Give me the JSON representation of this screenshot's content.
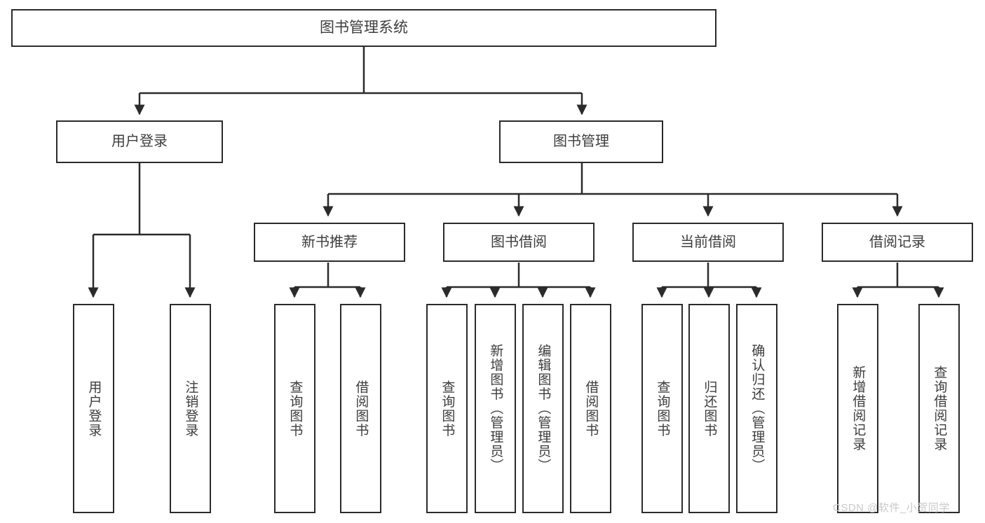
{
  "diagram": {
    "title": "图书管理系统",
    "type": "tree-hierarchy",
    "root": {
      "id": "root",
      "label": "图书管理系统"
    },
    "level1": [
      {
        "id": "user-login",
        "label": "用户登录"
      },
      {
        "id": "book-management",
        "label": "图书管理"
      }
    ],
    "level2": [
      {
        "id": "new-book-recommend",
        "label": "新书推荐",
        "parent": "book-management"
      },
      {
        "id": "book-borrow",
        "label": "图书借阅",
        "parent": "book-management"
      },
      {
        "id": "current-borrow",
        "label": "当前借阅",
        "parent": "book-management"
      },
      {
        "id": "borrow-record",
        "label": "借阅记录",
        "parent": "book-management"
      }
    ],
    "leaves": [
      {
        "id": "leaf-user-login",
        "label": "用户登录",
        "parent": "user-login"
      },
      {
        "id": "leaf-logout",
        "label": "注销登录",
        "parent": "user-login"
      },
      {
        "id": "leaf-query-book-1",
        "label": "查询图书",
        "parent": "new-book-recommend"
      },
      {
        "id": "leaf-borrow-book-1",
        "label": "借阅图书",
        "parent": "new-book-recommend"
      },
      {
        "id": "leaf-query-book-2",
        "label": "查询图书",
        "parent": "book-borrow"
      },
      {
        "id": "leaf-add-book",
        "label": "新增图书（管理员）",
        "parent": "book-borrow"
      },
      {
        "id": "leaf-edit-book",
        "label": "编辑图书（管理员）",
        "parent": "book-borrow"
      },
      {
        "id": "leaf-borrow-book-2",
        "label": "借阅图书",
        "parent": "book-borrow"
      },
      {
        "id": "leaf-query-book-3",
        "label": "查询图书",
        "parent": "current-borrow"
      },
      {
        "id": "leaf-return-book",
        "label": "归还图书",
        "parent": "current-borrow"
      },
      {
        "id": "leaf-confirm-return",
        "label": "确认归还（管理员）",
        "parent": "current-borrow"
      },
      {
        "id": "leaf-add-record",
        "label": "新增借阅记录",
        "parent": "borrow-record"
      },
      {
        "id": "leaf-query-record",
        "label": "查询借阅记录",
        "parent": "borrow-record"
      }
    ]
  },
  "watermark": {
    "text": "CSDN @软件_小贺同学"
  },
  "colors": {
    "stroke": "#2b2b2b",
    "text": "#3d3d3d",
    "background": "#ffffff",
    "watermark": "#c9c9c9"
  }
}
